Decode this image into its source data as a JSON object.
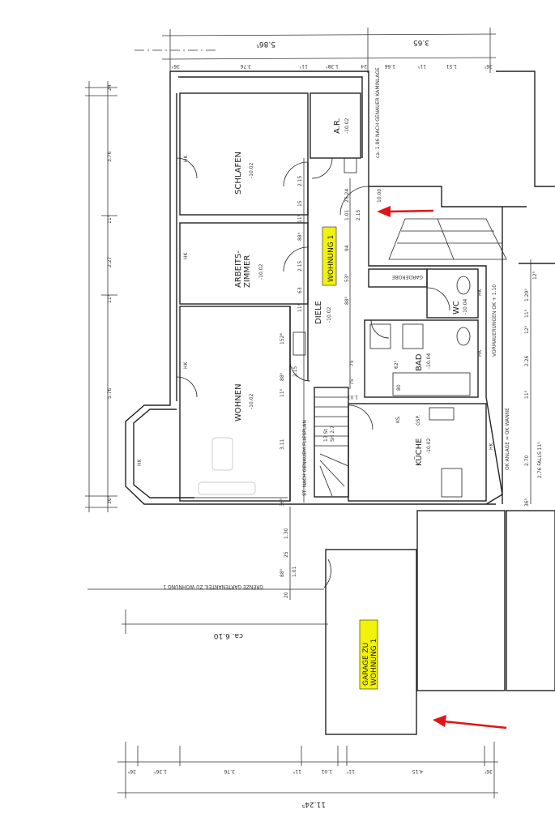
{
  "rooms": {
    "schlafen": {
      "name": "SCHLAFEN",
      "area": "-10.02"
    },
    "ar": {
      "name": "A.R.",
      "area": "-10.02"
    },
    "arbeitszimmer": {
      "name": "ARBEITS-",
      "name2": "ZIMMER",
      "area": "-10.02"
    },
    "diele": {
      "name": "DIELE",
      "area": "-10.02"
    },
    "wohnen": {
      "name": "WOHNEN",
      "area": "-10.02"
    },
    "garderobe": {
      "name": "GARDEROBE"
    },
    "wc": {
      "name": "WC",
      "area": "-10.04"
    },
    "bad": {
      "name": "BAD",
      "area": "-10.04"
    },
    "kueche": {
      "name": "KÜCHE",
      "area": "-10.02"
    }
  },
  "labels": {
    "wohnung": "WOHNUNG 1",
    "garage1": "GARAGE ZU",
    "garage2": "WOHNUNG 1",
    "hk": "HK",
    "ks": "KS.",
    "gsp": "GSP.",
    "stairs": "13 St",
    "stairs2": "SH 2.7",
    "door_level": "10.00"
  },
  "notes": {
    "grenze": "GRENZE GARTENANTEIL ZU WOHNUNG 1",
    "ca610": "ca. 6.10",
    "kamin": "ca. 1.86 NACH GENAUER KAMINLAGE",
    "vormauer": "VORMAUERUNGEN OK + 1.10",
    "anlage": "OK ANLAGE = OK WANNE",
    "falls": "2.76 FALLS 11⁵",
    "st_note": "ST. NACH GENAUEM FLIESPLAN"
  },
  "dims": {
    "top_total": [
      "5.86⁵",
      "3.65"
    ],
    "top": [
      "36⁵",
      "3.76",
      "11⁵",
      "1.38⁵",
      "24",
      "1.66",
      "11⁵",
      "1.51",
      "36⁵"
    ],
    "left": [
      "24",
      "3.76",
      "11⁵",
      "2.27",
      "11⁵",
      "5.76",
      "36⁵"
    ],
    "bottom": [
      "36⁵",
      "1.36⁵",
      "3.76",
      "11⁵",
      "1.01",
      "11⁵",
      "4.15",
      "36⁵"
    ],
    "bottom_total": "11.24⁵",
    "garden": [
      "1.30",
      "25",
      "88⁵",
      "1.01",
      "20"
    ],
    "inner": [
      "2.15",
      "15",
      "11⁵",
      "88⁵",
      "2.15",
      "63",
      "11⁵",
      "152⁶",
      "2.15",
      "88⁵",
      "11⁵",
      "3.11",
      "36⁵",
      "25.24",
      "1.01",
      "2.15",
      "94",
      "53⁵",
      "88⁵",
      "75",
      "75",
      "80",
      "62⁵",
      "1.01"
    ],
    "right": [
      "12⁵",
      "1.29⁵",
      "11⁵",
      "12⁵",
      "2.26",
      "11⁵",
      "2.70",
      "36⁵"
    ]
  },
  "colors": {
    "highlight": "#f2f20a",
    "arrow": "#e01414",
    "line": "#222222"
  }
}
